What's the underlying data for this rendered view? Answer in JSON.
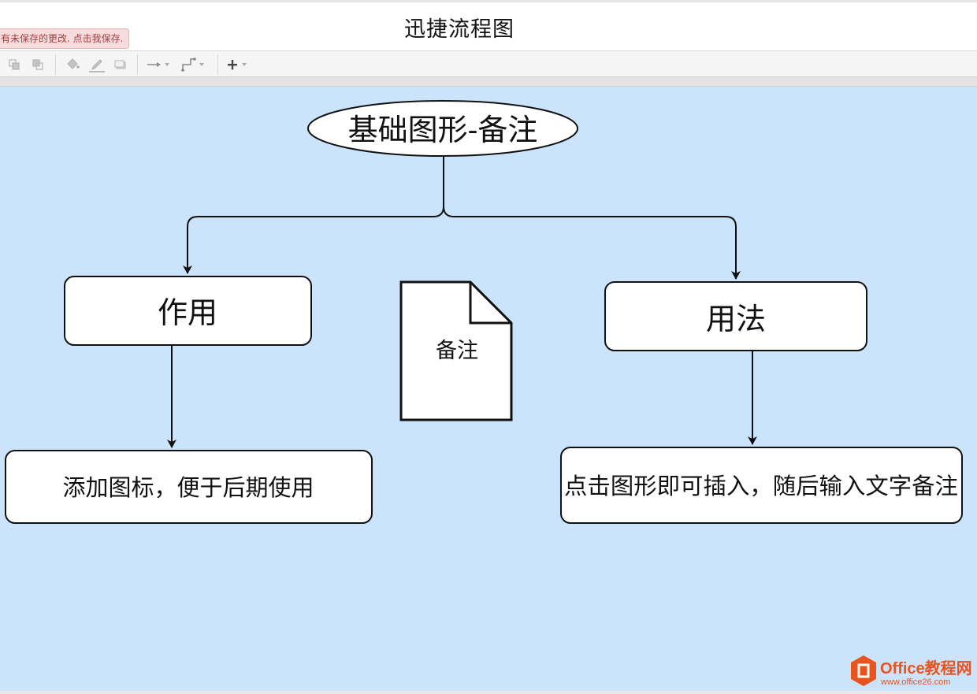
{
  "window": {
    "title": "迅捷流程图"
  },
  "notice": {
    "unsaved": "有未保存的更改. 点击我保存."
  },
  "toolbar": {
    "buttons": [
      {
        "name": "to-front-button",
        "icon": "to-front-icon"
      },
      {
        "name": "to-back-button",
        "icon": "to-back-icon"
      },
      {
        "name": "fill-color-button",
        "icon": "paint-bucket-icon"
      },
      {
        "name": "line-color-button",
        "icon": "pencil-icon"
      },
      {
        "name": "shadow-button",
        "icon": "shadow-icon"
      },
      {
        "name": "connection-style-button",
        "icon": "arrow-right-icon"
      },
      {
        "name": "waypoint-style-button",
        "icon": "elbow-connector-icon"
      },
      {
        "name": "insert-button",
        "icon": "plus-icon"
      }
    ]
  },
  "canvas": {
    "background": "#cbe4fb"
  },
  "diagram": {
    "root": "基础图形-备注",
    "left_branch": "作用",
    "left_detail": "添加图标，便于后期使用",
    "note_shape": "备注",
    "right_branch": "用法",
    "right_detail": "点击图形即可插入，随后输入文字备注"
  },
  "watermark": {
    "brand": "Office教程网",
    "url": "www.office26.com",
    "brand_color": "#e8531e"
  }
}
